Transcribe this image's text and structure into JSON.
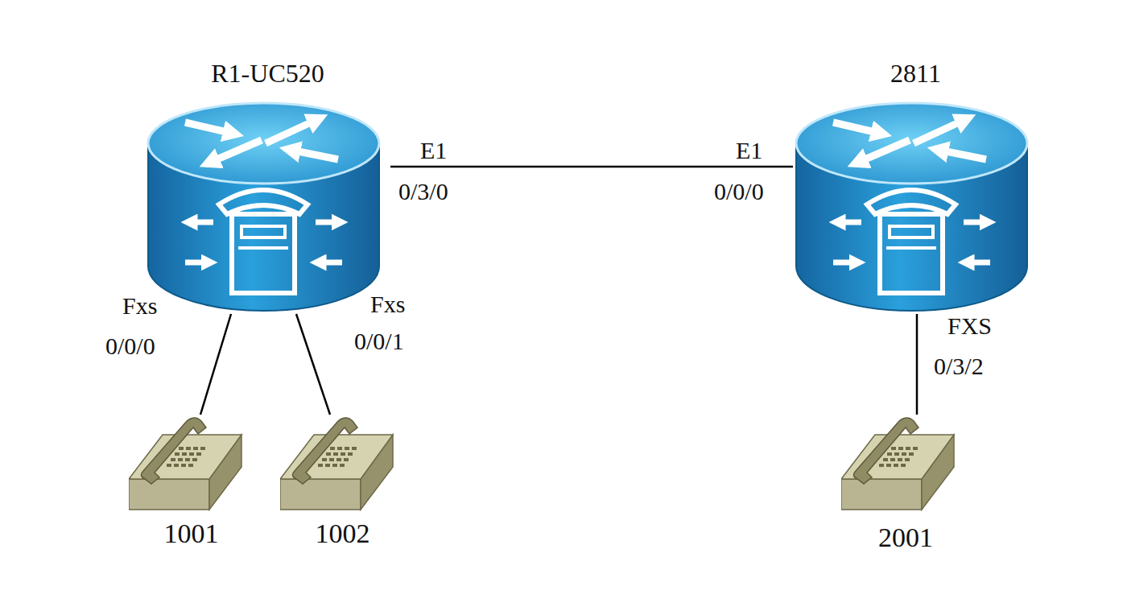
{
  "diagram": {
    "nodes": [
      {
        "text": [
          "R1-UC520"
        ]
      },
      {
        "text": [
          "2811"
        ]
      },
      {
        "text": [
          "1001"
        ]
      },
      {
        "text": [
          "1002"
        ]
      },
      {
        "text": [
          "2001"
        ]
      }
    ],
    "edges": [
      {
        "from": 0,
        "to": 1,
        "arrow": "none"
      },
      {
        "from": 0,
        "to": 2,
        "arrow": "none"
      },
      {
        "from": 0,
        "to": 3,
        "arrow": "none"
      },
      {
        "from": 1,
        "to": 4,
        "arrow": "none"
      }
    ],
    "labels": [
      "E1",
      "0/3/0",
      "E1",
      "0/0/0",
      "Fxs",
      "0/0/0",
      "Fxs",
      "0/0/1",
      "FXS",
      "0/3/2"
    ]
  }
}
